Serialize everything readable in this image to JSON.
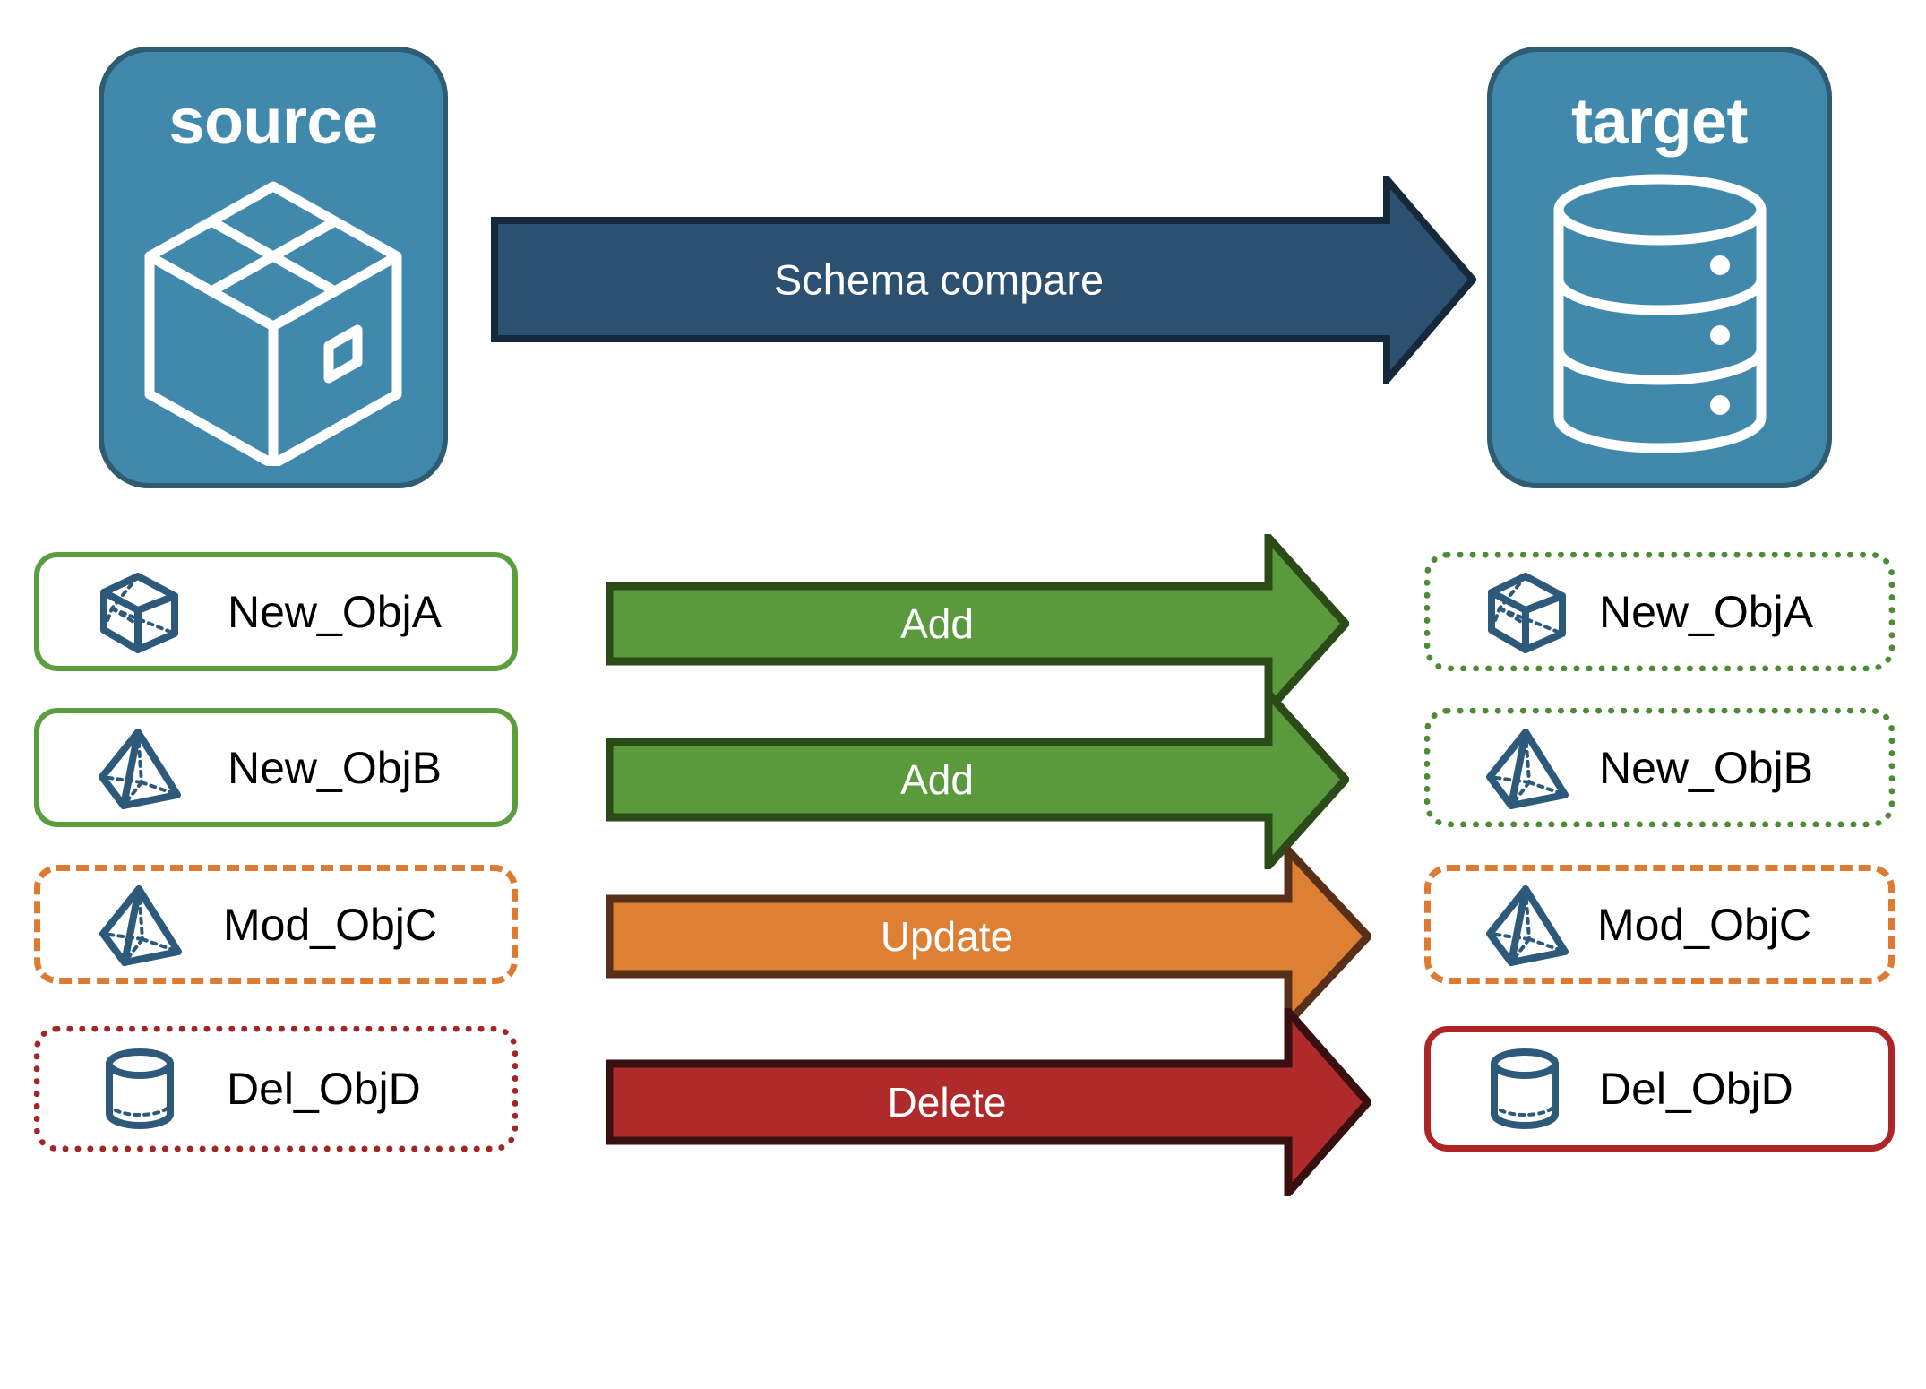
{
  "colors": {
    "endpoint_fill": "#4189AC",
    "endpoint_border": "#2F5C70",
    "schema_arrow_fill": "#2C5070",
    "schema_arrow_border": "#15293D",
    "add_arrow_fill": "#5B9A3C",
    "add_arrow_border": "#2A4A18",
    "update_arrow_fill": "#DD8033",
    "update_arrow_border": "#58301A",
    "delete_arrow_fill": "#AF2B2B",
    "delete_arrow_border": "#3A0F10",
    "object_icon": "#2D5A7B",
    "green_solid": "#5B9E3E",
    "green_dotted": "#4E8B35",
    "orange_dashed": "#DE7B33",
    "red_dotted": "#A32626",
    "red_solid": "#AE2525",
    "label_text": "#000000",
    "arrow_text": "#FFFFFF"
  },
  "endpoints": {
    "source": {
      "title": "source",
      "icon": "package-box-icon"
    },
    "target": {
      "title": "target",
      "icon": "database-cylinder-icon"
    }
  },
  "schema_arrow": {
    "label": "Schema compare",
    "direction": "right"
  },
  "rows": [
    {
      "source": {
        "label": "New_ObjA",
        "icon": "cube-wireframe-icon",
        "border_style": "solid",
        "border_color": "#5B9E3E"
      },
      "action": {
        "label": "Add",
        "fill": "#5B9A3C",
        "border": "#2A4A18"
      },
      "target": {
        "label": "New_ObjA",
        "icon": "cube-wireframe-icon",
        "border_style": "dotted",
        "border_color": "#4E8B35"
      }
    },
    {
      "source": {
        "label": "New_ObjB",
        "icon": "pyramid-wireframe-icon",
        "border_style": "solid",
        "border_color": "#5B9E3E"
      },
      "action": {
        "label": "Add",
        "fill": "#5B9A3C",
        "border": "#2A4A18"
      },
      "target": {
        "label": "New_ObjB",
        "icon": "pyramid-wireframe-icon",
        "border_style": "dotted",
        "border_color": "#4E8B35"
      }
    },
    {
      "source": {
        "label": "Mod_ObjC",
        "icon": "pyramid-wireframe-icon",
        "border_style": "dashed",
        "border_color": "#DE7B33"
      },
      "action": {
        "label": "Update",
        "fill": "#DD8033",
        "border": "#58301A"
      },
      "target": {
        "label": "Mod_ObjC",
        "icon": "pyramid-wireframe-icon",
        "border_style": "dashed",
        "border_color": "#DE7B33"
      }
    },
    {
      "source": {
        "label": "Del_ObjD",
        "icon": "cylinder-wireframe-icon",
        "border_style": "dotted",
        "border_color": "#A32626"
      },
      "action": {
        "label": "Delete",
        "fill": "#AF2B2B",
        "border": "#3A0F10"
      },
      "target": {
        "label": "Del_ObjD",
        "icon": "cylinder-wireframe-icon",
        "border_style": "solid",
        "border_color": "#AE2525"
      }
    }
  ]
}
